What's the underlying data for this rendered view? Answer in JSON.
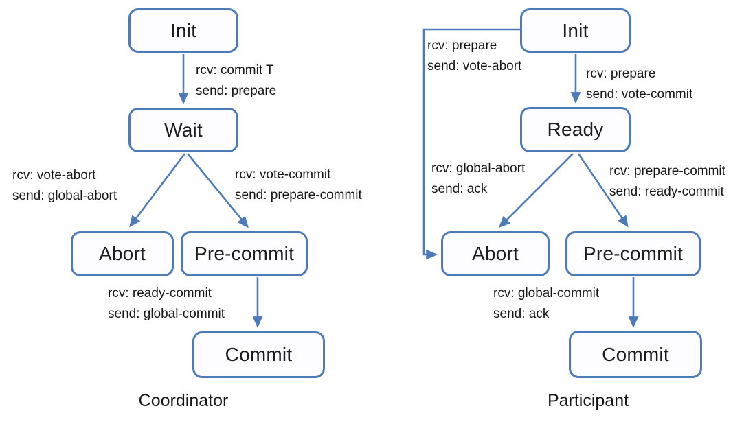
{
  "colors": {
    "accent_blue": "#4c7bb8",
    "text": "#161616",
    "box_fill": "#fdfdff",
    "background": "#ffffff"
  },
  "coordinator": {
    "title": "Coordinator",
    "states": {
      "init": "Init",
      "wait": "Wait",
      "abort": "Abort",
      "precommit": "Pre-commit",
      "commit": "Commit"
    },
    "edges": {
      "init_to_wait": {
        "recv": "rcv: commit T",
        "send": "send: prepare"
      },
      "wait_to_abort": {
        "recv": "rcv: vote-abort",
        "send": "send: global-abort"
      },
      "wait_to_precommit": {
        "recv": "rcv: vote-commit",
        "send": "send: prepare-commit"
      },
      "precommit_to_commit": {
        "recv": "rcv: ready-commit",
        "send": "send: global-commit"
      }
    }
  },
  "participant": {
    "title": "Participant",
    "states": {
      "init": "Init",
      "ready": "Ready",
      "abort": "Abort",
      "precommit": "Pre-commit",
      "commit": "Commit"
    },
    "edges": {
      "init_to_abort": {
        "recv": "rcv: prepare",
        "send": "send: vote-abort"
      },
      "init_to_ready": {
        "recv": "rcv: prepare",
        "send": "send: vote-commit"
      },
      "ready_to_abort": {
        "recv": "rcv: global-abort",
        "send": "send: ack"
      },
      "ready_to_precommit": {
        "recv": "rcv: prepare-commit",
        "send": "send: ready-commit"
      },
      "precommit_to_commit": {
        "recv": "rcv: global-commit",
        "send": "send: ack"
      }
    }
  }
}
